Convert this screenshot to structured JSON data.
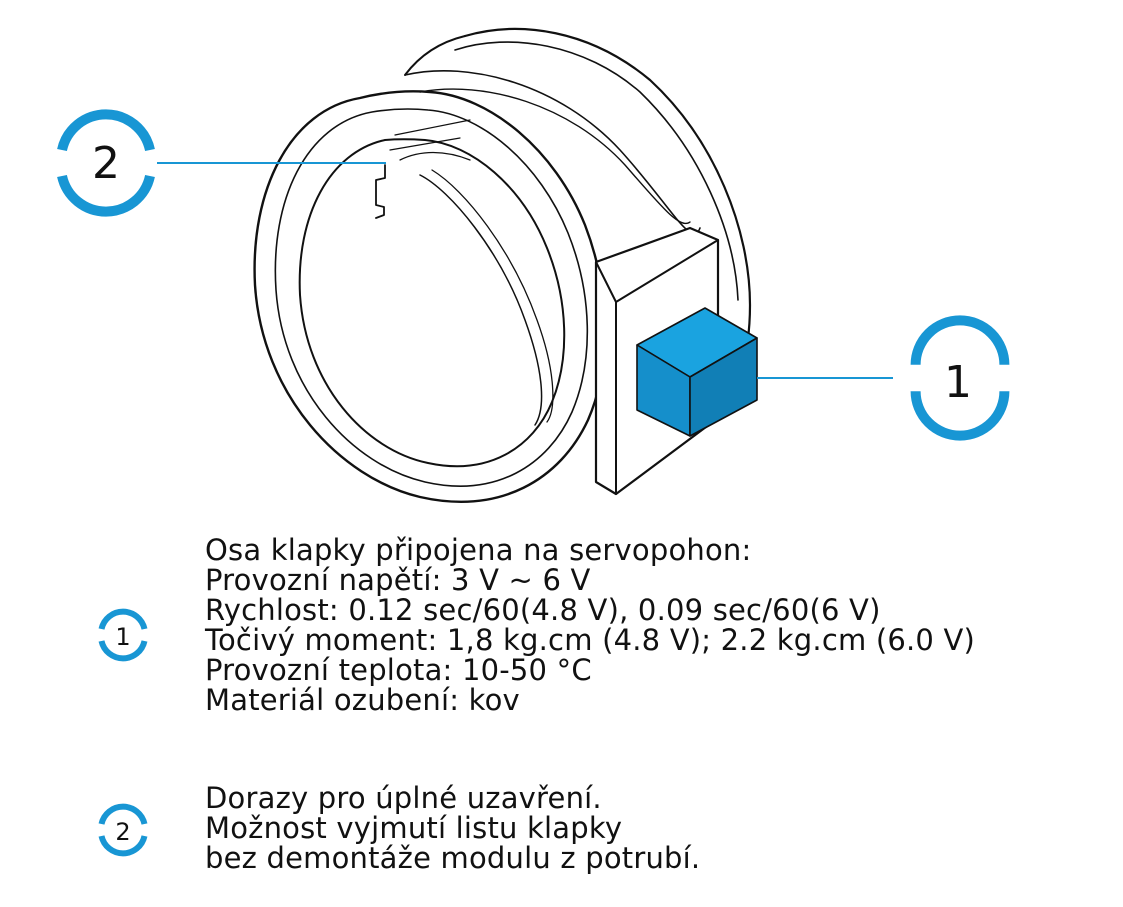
{
  "accent_color": "#1896d4",
  "callouts": [
    {
      "number": "1"
    },
    {
      "number": "2"
    }
  ],
  "legend": [
    {
      "number": "1",
      "lines": [
        "Osa klapky připojena na servopohon:",
        "Provozní napětí: 3 V ~ 6 V",
        "Rychlost: 0.12 sec/60(4.8 V), 0.09 sec/60(6 V)",
        "Točivý moment: 1,8 kg.cm (4.8 V); 2.2 kg.cm (6.0 V)",
        "Provozní teplota: 10-50 °C",
        "Materiál ozubení: kov"
      ]
    },
    {
      "number": "2",
      "lines": [
        "Dorazy pro úplné uzavření.",
        "Možnost vyjmutí listu klapky",
        "bez demontáže modulu z potrubí."
      ]
    }
  ]
}
